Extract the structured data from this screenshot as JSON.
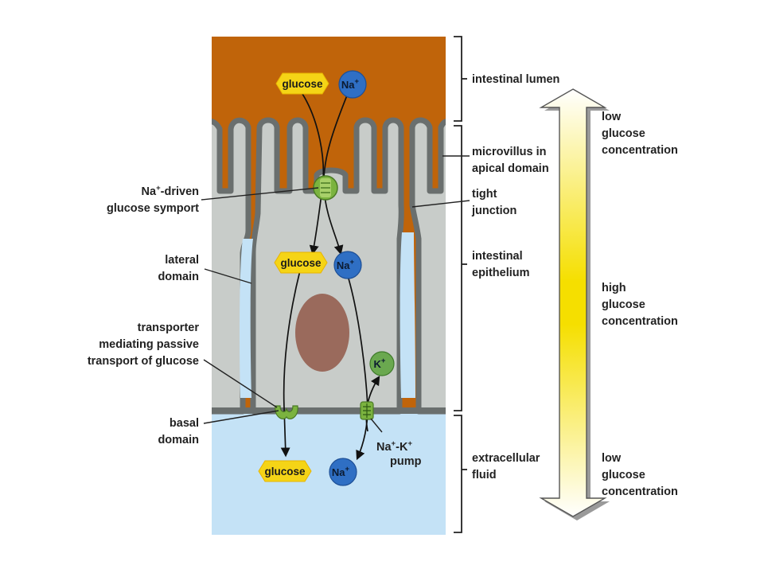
{
  "molecules": {
    "glucose": "glucose",
    "sodium": "Na",
    "potassium": "K",
    "plus": "+"
  },
  "labels": {
    "symport": {
      "line1_suffix": "-driven",
      "line2": "glucose symport"
    },
    "lateral": {
      "line1": "lateral",
      "line2": "domain"
    },
    "transporter": {
      "line1": "transporter",
      "line2": "mediating passive",
      "line3": "transport of glucose"
    },
    "basal": {
      "line1": "basal",
      "line2": "domain"
    },
    "lumen": "intestinal lumen",
    "microvillus": {
      "line1": "microvillus in",
      "line2": "apical domain"
    },
    "tight_junction": {
      "line1": "tight",
      "line2": "junction"
    },
    "epithelium": {
      "line1": "intestinal",
      "line2": "epithelium"
    },
    "pump": {
      "dash": "-",
      "line2": "pump"
    },
    "extracellular": {
      "line1": "extracellular",
      "line2": "fluid"
    }
  },
  "gradient": {
    "top": {
      "line1": "low",
      "line2": "glucose",
      "line3": "concentration"
    },
    "middle": {
      "line1": "high",
      "line2": "glucose",
      "line3": "concentration"
    },
    "bottom": {
      "line1": "low",
      "line2": "glucose",
      "line3": "concentration"
    }
  },
  "colors": {
    "lumen": "#c0640a",
    "cell": "#c8ccc9",
    "membrane": "#6a6f6e",
    "extracellular": "#c4e2f6",
    "glucose": "#f5d416",
    "sodium": "#2f6fc4",
    "potassium": "#6aa84f",
    "nucleus": "#9a6a5c",
    "gradient_high": "#f5df00"
  }
}
